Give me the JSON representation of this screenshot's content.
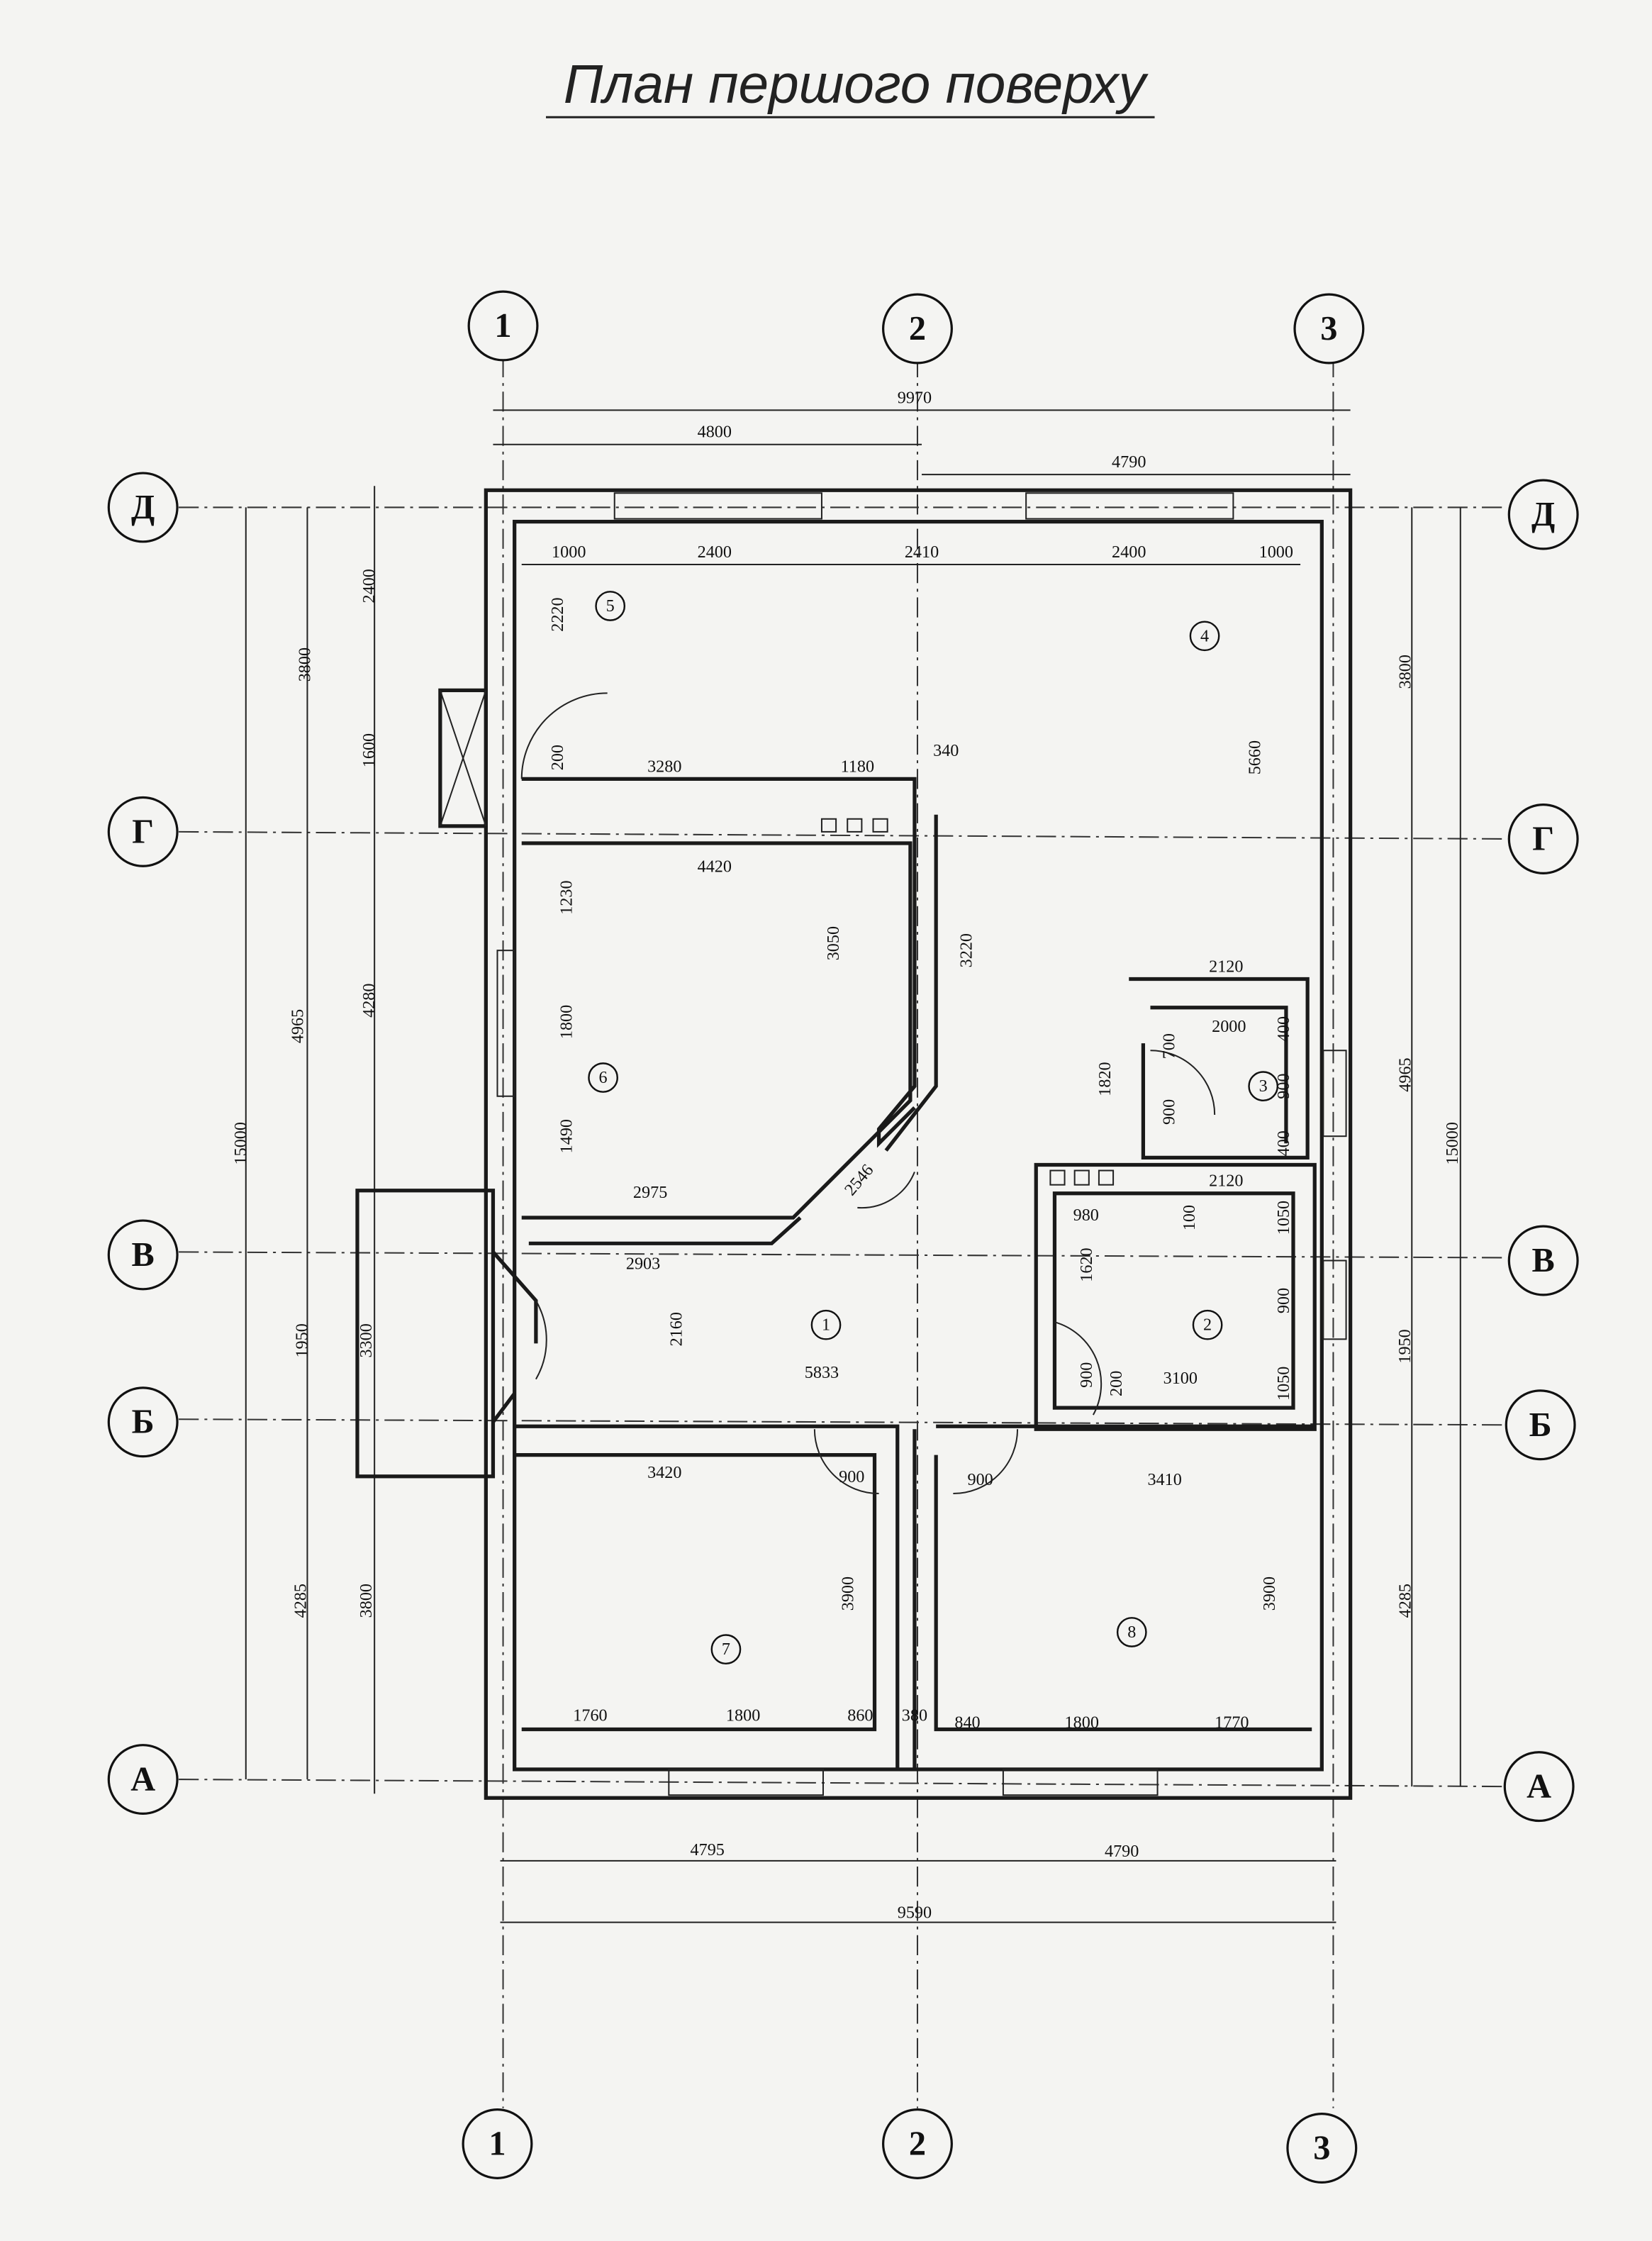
{
  "title": "План першого поверху",
  "axes": {
    "columns": [
      "1",
      "2",
      "3"
    ],
    "rows": [
      "Д",
      "Г",
      "В",
      "Б",
      "А"
    ]
  },
  "rooms": [
    "1",
    "2",
    "3",
    "4",
    "5",
    "6",
    "7",
    "8"
  ],
  "dims": [
    "9970",
    "4800",
    "4790",
    "1000",
    "2400",
    "2410",
    "2400",
    "1000",
    "2220",
    "200",
    "3280",
    "1180",
    "340",
    "4420",
    "1230",
    "3050",
    "3220",
    "1800",
    "1490",
    "2975",
    "2546",
    "5660",
    "2120",
    "2000",
    "700",
    "400",
    "900",
    "1820",
    "900",
    "400",
    "2120",
    "980",
    "100",
    "1050",
    "2903",
    "2160",
    "1620",
    "900",
    "5833",
    "900",
    "200",
    "3100",
    "1050",
    "3420",
    "900",
    "900",
    "3410",
    "3900",
    "3900",
    "1760",
    "1800",
    "860",
    "380",
    "840",
    "1800",
    "1770",
    "4795",
    "4790",
    "9590",
    "2400",
    "3800",
    "1600",
    "4280",
    "4965",
    "15000",
    "3300",
    "1950",
    "4285",
    "3800",
    "3800",
    "4965",
    "15000",
    "1950",
    "4285"
  ]
}
